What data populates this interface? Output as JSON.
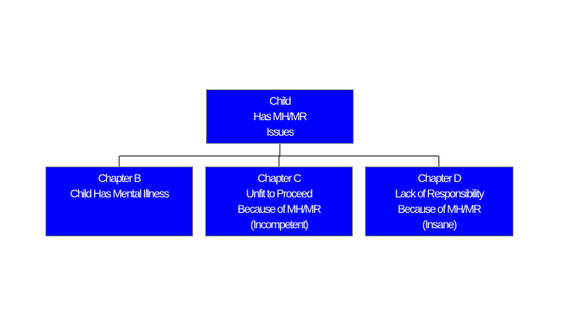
{
  "root": {
    "lines": [
      "Child",
      "Has MH/MR",
      "Issues"
    ]
  },
  "children": [
    {
      "lines": [
        "Chapter B",
        "Child Has Mental Illness"
      ]
    },
    {
      "lines": [
        "Chapter C",
        "Unfit to Proceed",
        "Because of MH/MR",
        "(Incompetent)"
      ]
    },
    {
      "lines": [
        "Chapter D",
        "Lack of Responsibility",
        "Because of MH/MR",
        "(Insane)"
      ]
    }
  ],
  "colors": {
    "box_fill": "#0000ff",
    "box_text": "#ffffff",
    "connector": "#000000"
  }
}
